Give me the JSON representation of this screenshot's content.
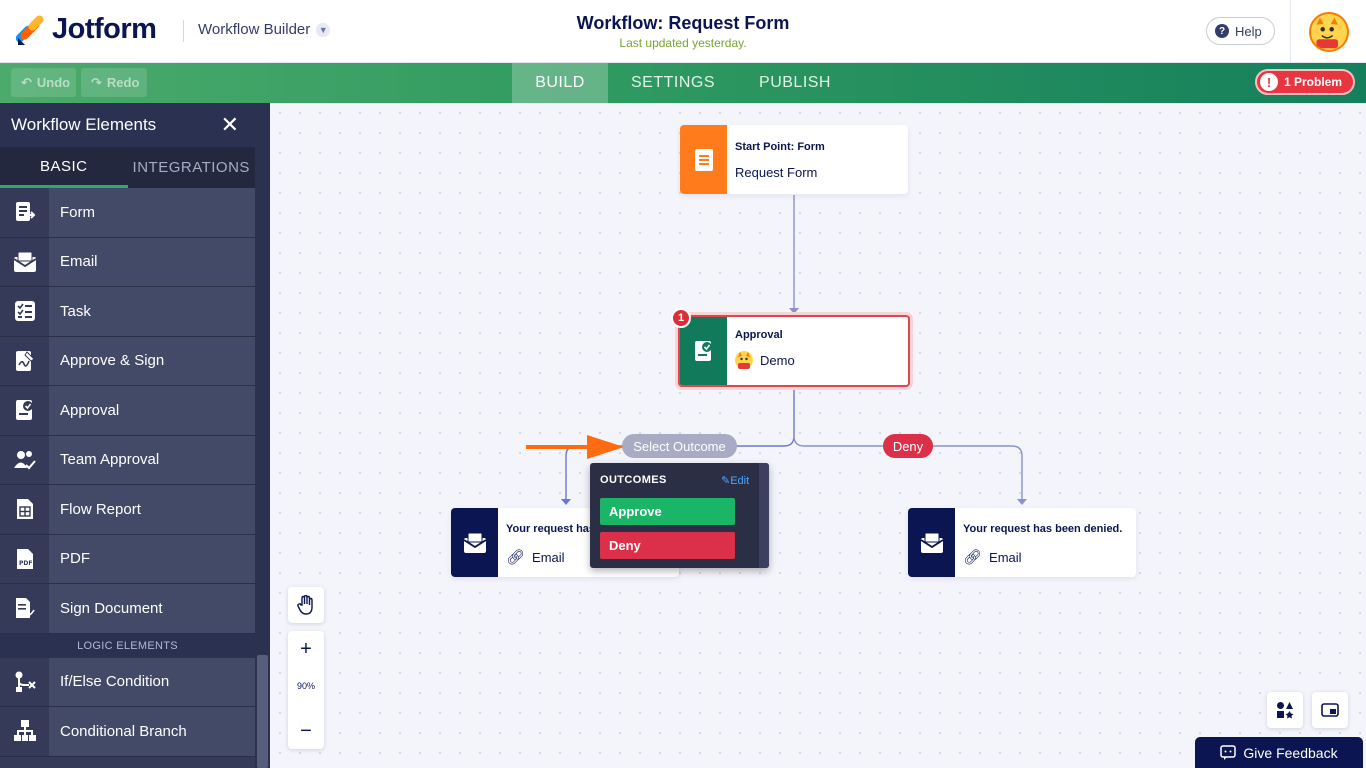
{
  "header": {
    "brand": "Jotform",
    "builder_switch": "Workflow Builder",
    "title": "Workflow: Request Form",
    "subtitle": "Last updated yesterday.",
    "help_label": "Help"
  },
  "toolbar": {
    "undo_label": "Undo",
    "redo_label": "Redo",
    "tabs": [
      {
        "label": "BUILD",
        "active": true
      },
      {
        "label": "SETTINGS",
        "active": false
      },
      {
        "label": "PUBLISH",
        "active": false
      }
    ],
    "problem_count": "1",
    "problem_label": "1 Problem"
  },
  "sidebar": {
    "title": "Workflow Elements",
    "tabs": [
      {
        "label": "BASIC",
        "active": true
      },
      {
        "label": "INTEGRATIONS",
        "active": false
      }
    ],
    "items": [
      {
        "label": "Form",
        "icon": "form-icon"
      },
      {
        "label": "Email",
        "icon": "email-icon"
      },
      {
        "label": "Task",
        "icon": "task-icon"
      },
      {
        "label": "Approve & Sign",
        "icon": "approve-sign-icon"
      },
      {
        "label": "Approval",
        "icon": "approval-icon"
      },
      {
        "label": "Team Approval",
        "icon": "team-approval-icon"
      },
      {
        "label": "Flow Report",
        "icon": "flow-report-icon"
      },
      {
        "label": "PDF",
        "icon": "pdf-icon"
      },
      {
        "label": "Sign Document",
        "icon": "sign-document-icon"
      }
    ],
    "logic_section": "LOGIC ELEMENTS",
    "logic_items": [
      {
        "label": "If/Else Condition",
        "icon": "if-else-icon"
      },
      {
        "label": "Conditional Branch",
        "icon": "conditional-branch-icon"
      }
    ]
  },
  "canvas": {
    "start_node": {
      "title": "Start Point: Form",
      "subtitle": "Request Form",
      "color": "#ff7b1c"
    },
    "approval_node": {
      "title": "Approval",
      "subtitle": "Demo",
      "badge": "1",
      "color": "#107a5b"
    },
    "select_outcome_label": "Select Outcome",
    "deny_label": "Deny",
    "email_left": {
      "title": "Your request has been approved.",
      "visible_title": "Your request has",
      "subtitle": "Email",
      "color": "#0a1551"
    },
    "email_right": {
      "title": "Your request has been denied.",
      "subtitle": "Email",
      "color": "#0a1551"
    },
    "outcomes": {
      "heading": "OUTCOMES",
      "edit_label": "Edit",
      "options": [
        {
          "label": "Approve",
          "color": "#1ab567"
        },
        {
          "label": "Deny",
          "color": "#dc2f4a"
        }
      ]
    },
    "zoom_level": "90%"
  },
  "feedback_label": "Give Feedback",
  "colors": {
    "accent_green": "#2f9a60",
    "danger": "#dc2f35",
    "navy": "#0a1551",
    "connector": "#7b86c8"
  }
}
